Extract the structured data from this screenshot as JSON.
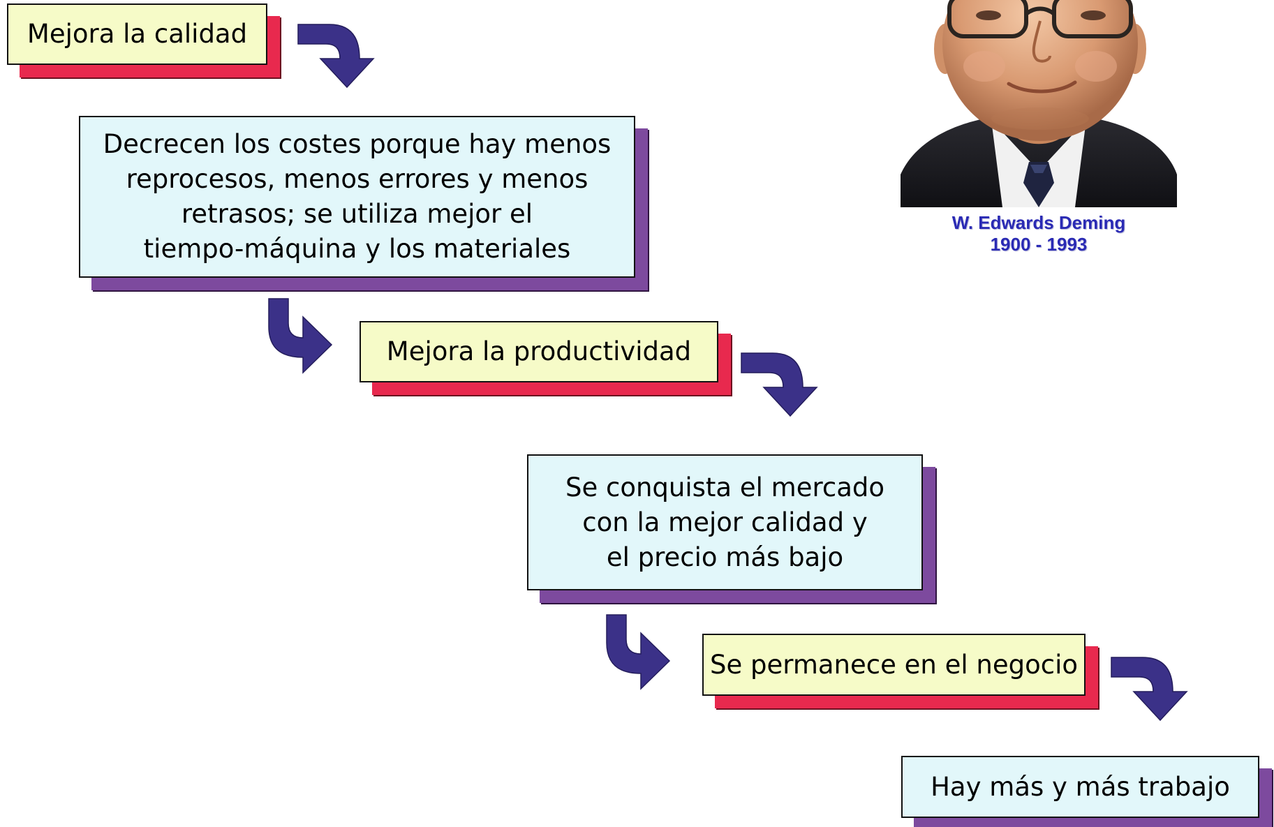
{
  "flow": {
    "step1": "Mejora la calidad",
    "step2_lines": [
      "Decrecen los costes porque hay menos",
      "reprocesos, menos errores y menos",
      "retrasos; se utiliza mejor el",
      "tiempo-máquina y los materiales"
    ],
    "step3": "Mejora la productividad",
    "step4_lines": [
      "Se conquista el mercado",
      "con la mejor calidad y",
      "el precio más bajo"
    ],
    "step5": "Se permanece en el negocio",
    "step6": "Hay más y más trabajo"
  },
  "portrait": {
    "name": "W. Edwards Deming",
    "years": "1900 - 1993"
  },
  "colors": {
    "short_box_fill": "#f6fbc8",
    "short_box_shadow": "#e8294e",
    "long_box_fill": "#e2f7fa",
    "long_box_shadow": "#7d4a9e",
    "arrow": "#3b3188",
    "caption": "#2a2ab4"
  },
  "icons": {
    "turn_down_arrows": "curved-arrow-right-down-icon",
    "turn_right_arrows": "curved-arrow-down-right-icon",
    "portrait": "deming-portrait-photo"
  }
}
